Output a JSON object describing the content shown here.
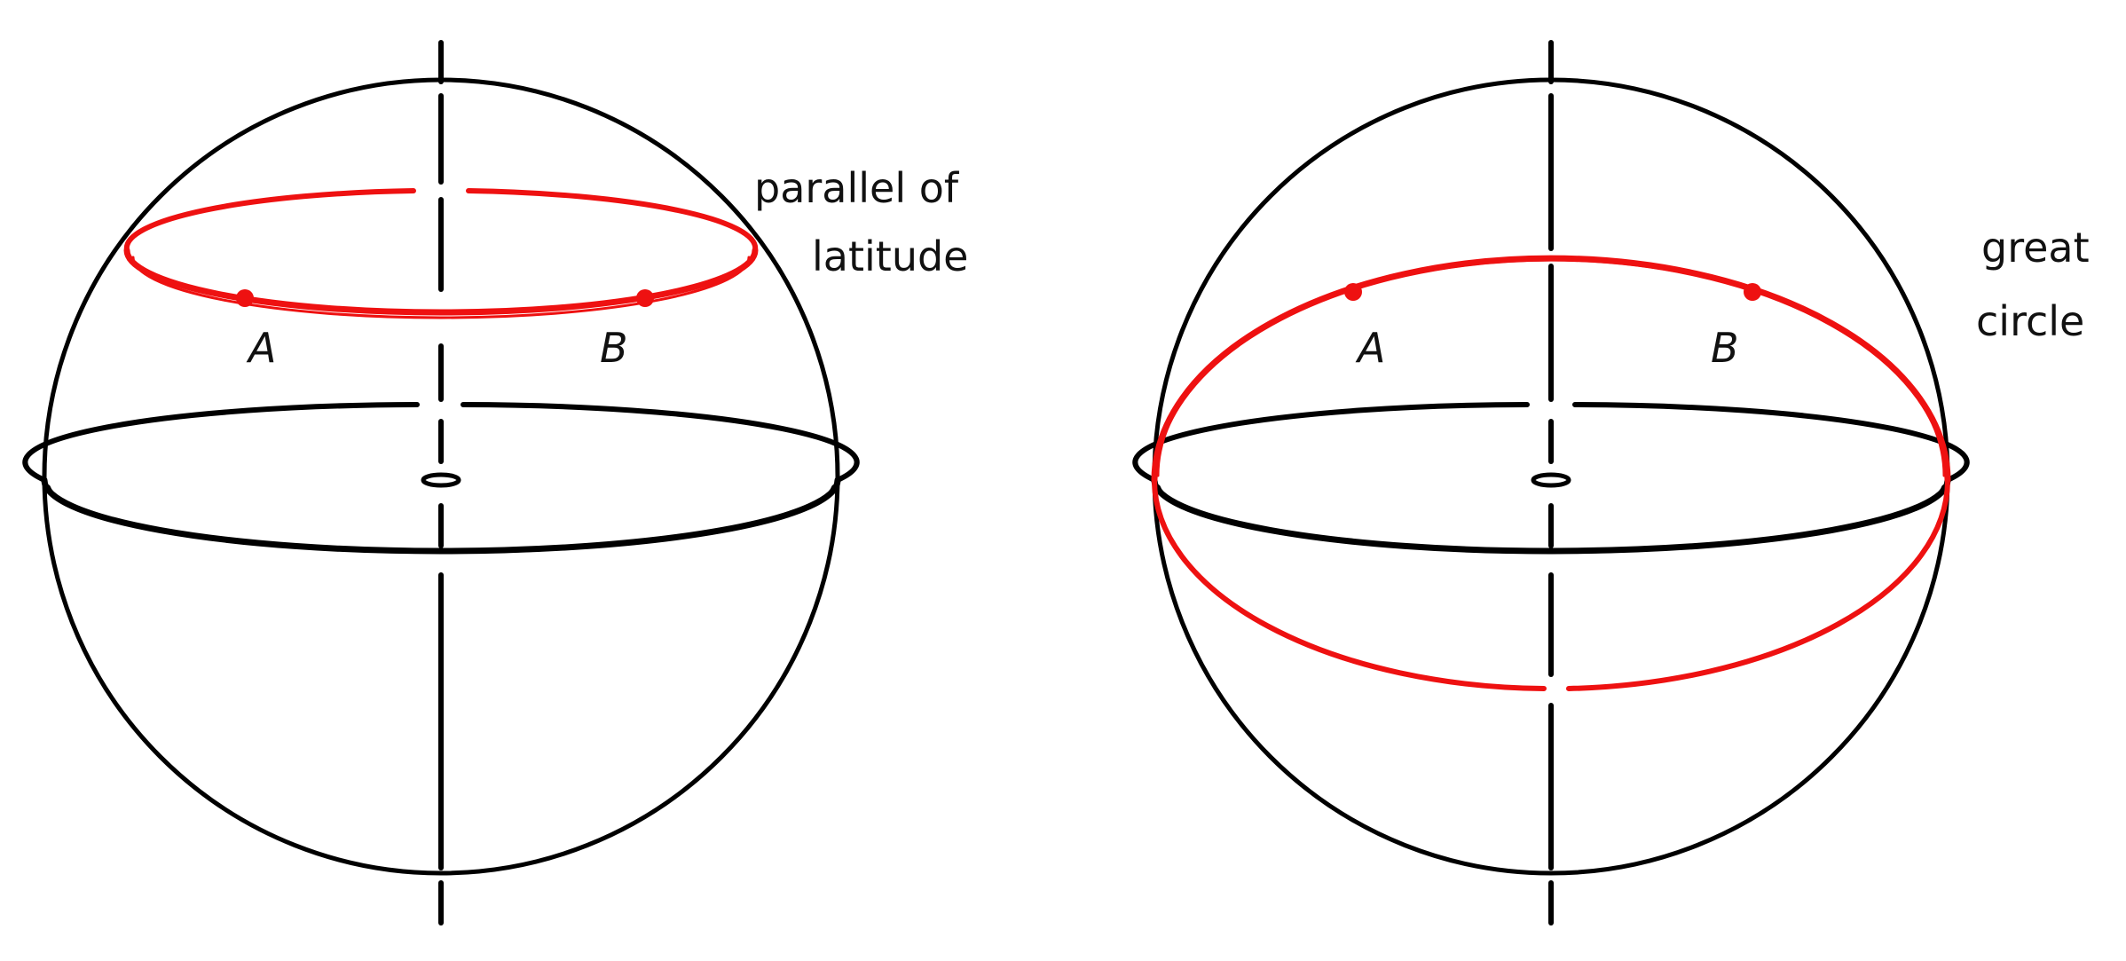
{
  "colors": {
    "ink": "#000000",
    "highlight": "#ee1111",
    "background": "#ffffff"
  },
  "left_panel": {
    "point_a_label": "A",
    "point_b_label": "B",
    "caption_line1": "parallel of",
    "caption_line2": "latitude"
  },
  "right_panel": {
    "point_a_label": "A",
    "point_b_label": "B",
    "caption_line1": "great",
    "caption_line2": "circle"
  }
}
